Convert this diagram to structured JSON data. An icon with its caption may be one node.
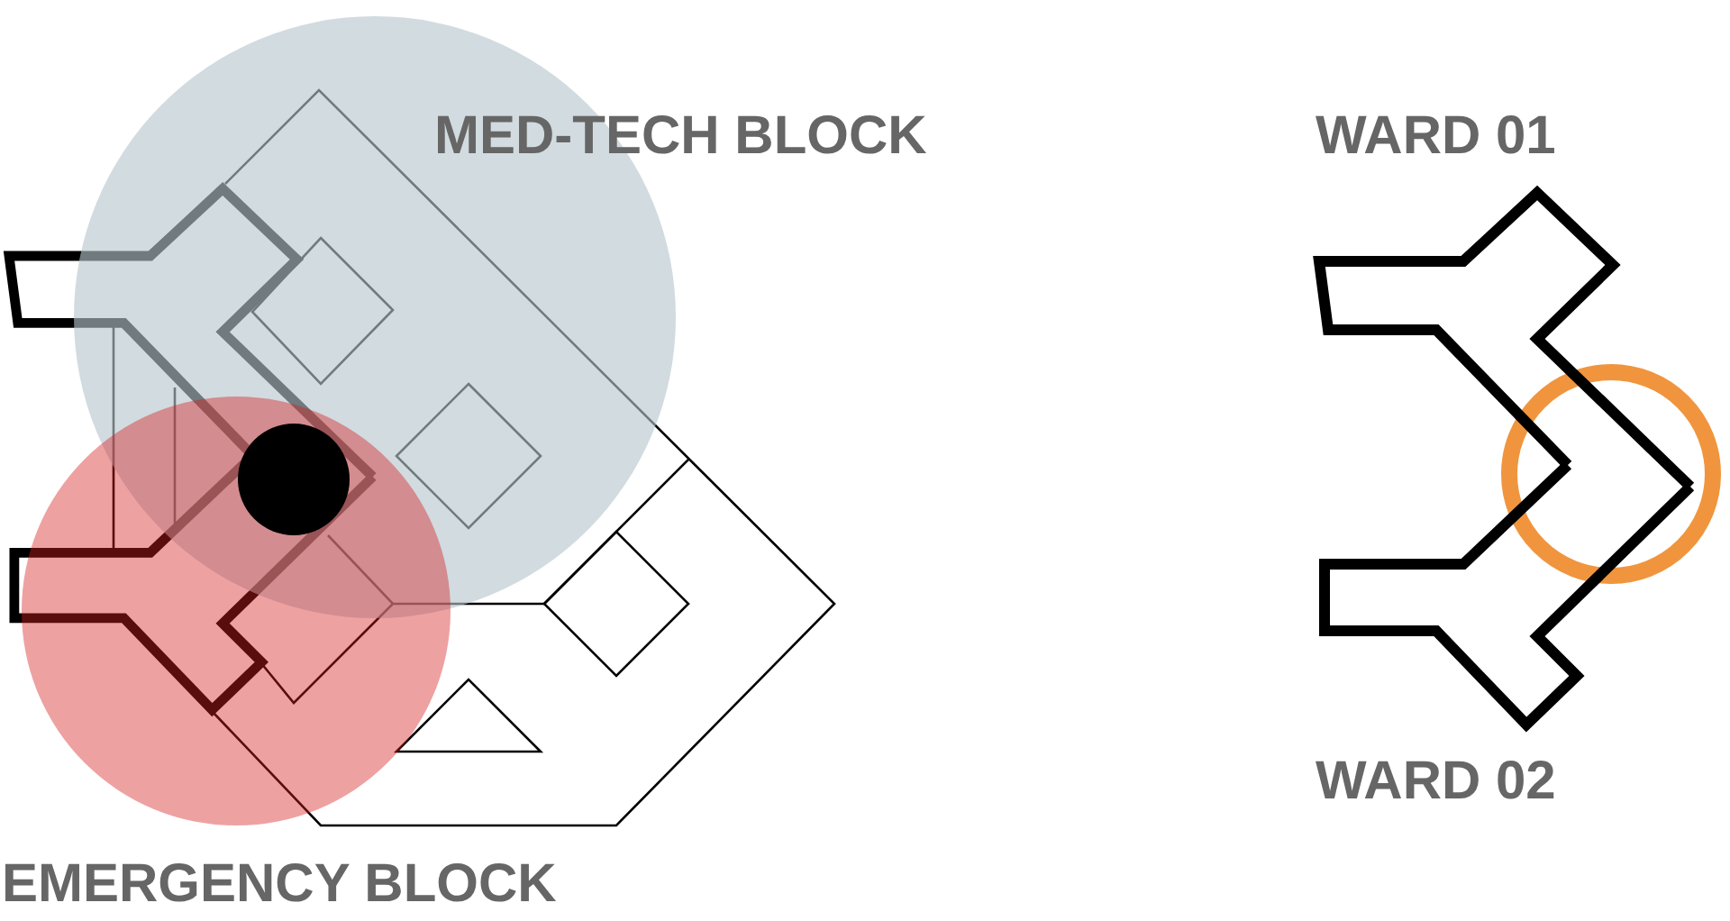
{
  "diagram": {
    "labels": [
      "MED-TECH BLOCK",
      "WARD 01",
      "EMERGENCY BLOCK",
      "WARD 02"
    ]
  }
}
